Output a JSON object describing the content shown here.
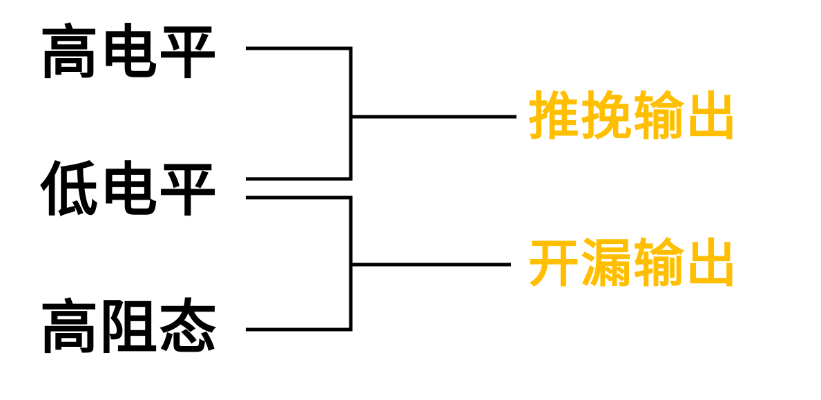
{
  "colors": {
    "state_text": "#000000",
    "mode_text": "#FFBE00",
    "line": "#000000"
  },
  "states": {
    "high": "高电平",
    "low": "低电平",
    "high_impedance": "高阻态"
  },
  "modes": {
    "push_pull": "推挽输出",
    "open_drain": "开漏输出"
  },
  "connections": [
    {
      "from": [
        "high",
        "low"
      ],
      "to": "push_pull"
    },
    {
      "from": [
        "low",
        "high_impedance"
      ],
      "to": "open_drain"
    }
  ]
}
